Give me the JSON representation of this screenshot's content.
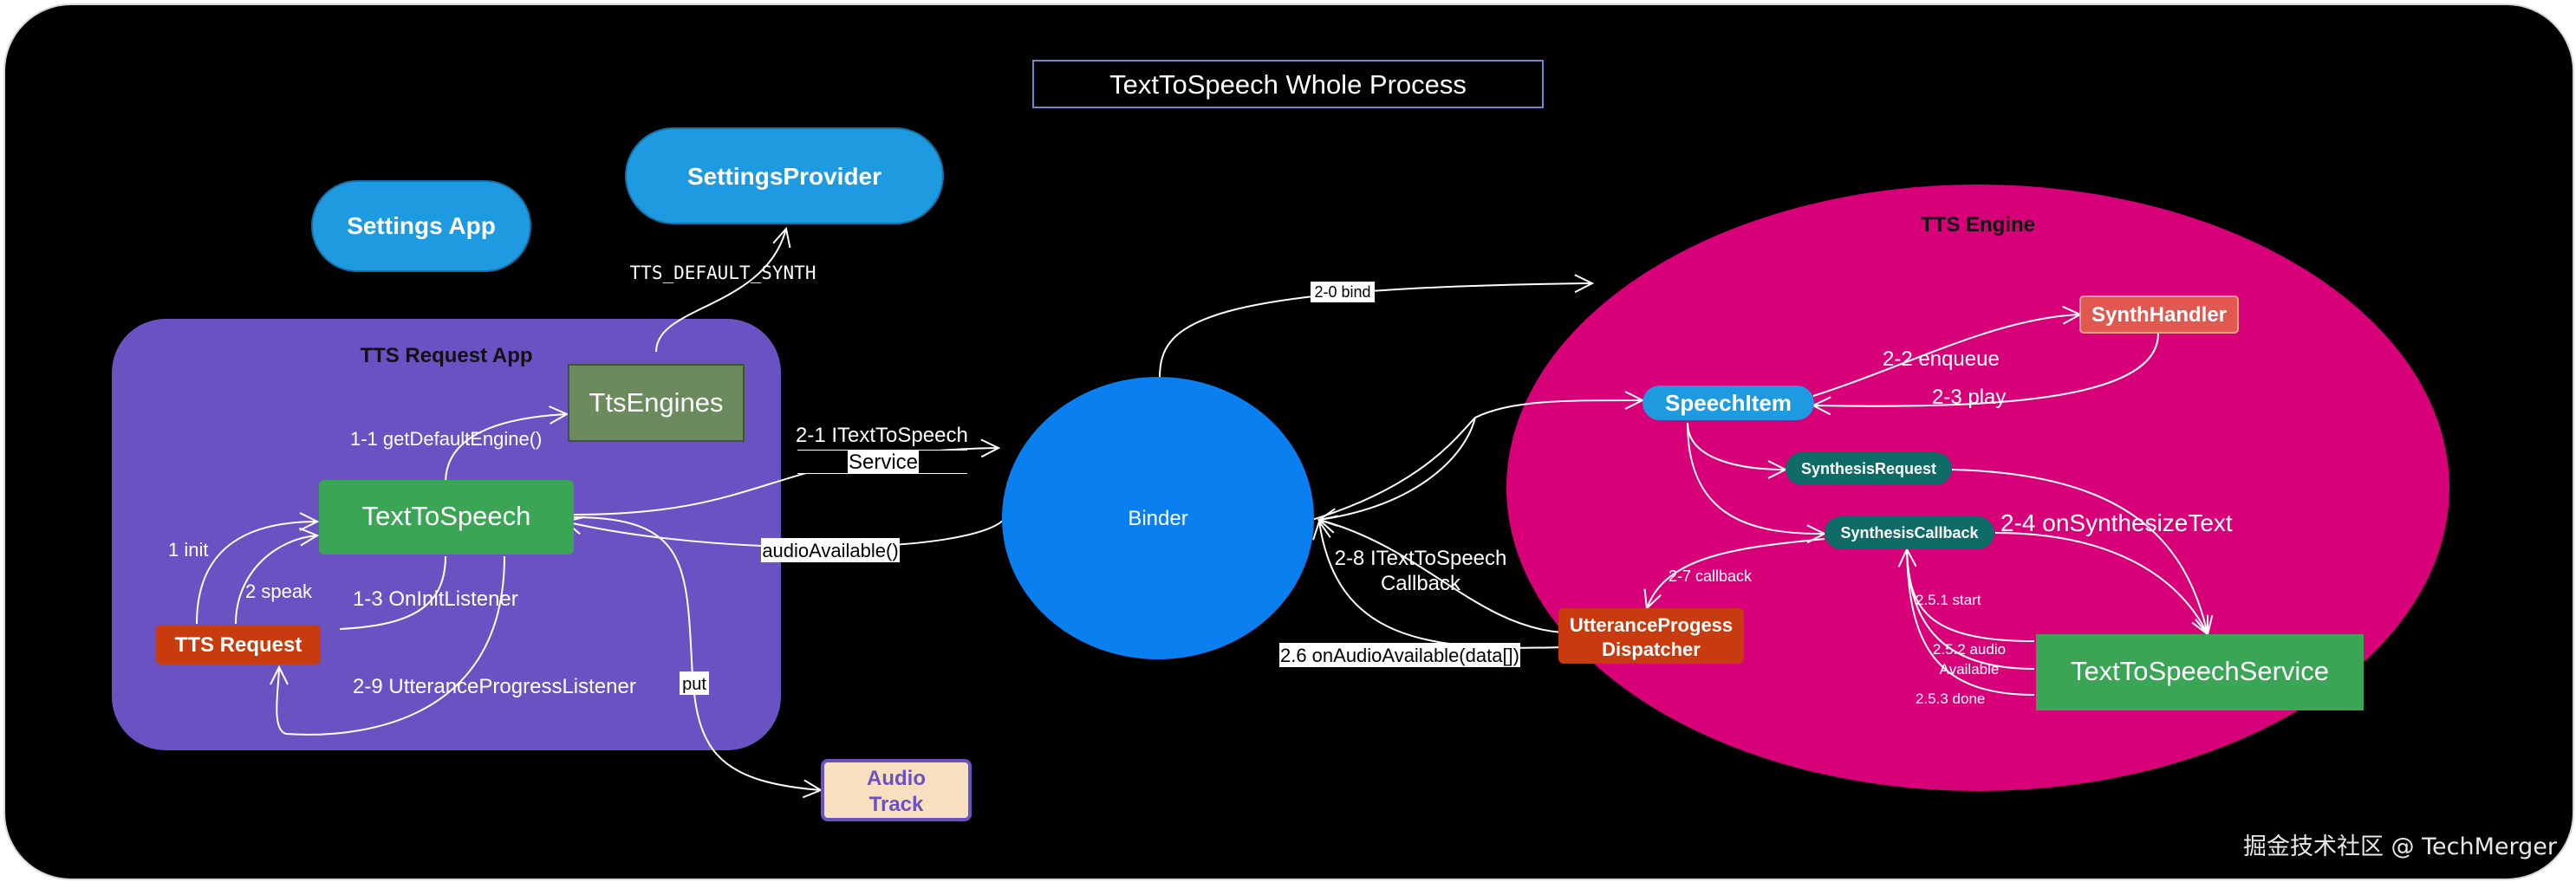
{
  "title": "TextToSpeech Whole Process",
  "nodes": {
    "settings_app": "Settings App",
    "settings_provider": "SettingsProvider",
    "tts_request_app": "TTS Request App",
    "tts_engines": "TtsEngines",
    "text_to_speech": "TextToSpeech",
    "tts_request": "TTS Request",
    "binder": "Binder",
    "audio_track_1": "Audio",
    "audio_track_2": "Track",
    "tts_engine": "TTS Engine",
    "synth_handler": "SynthHandler",
    "speech_item": "SpeechItem",
    "synthesis_request": "SynthesisRequest",
    "synthesis_callback": "SynthesisCallback",
    "utterance_dispatcher_1": "UtteranceProgess",
    "utterance_dispatcher_2": "Dispatcher",
    "tts_service": "TextToSpeechService"
  },
  "edges": {
    "tts_default_synth": "TTS_DEFAULT_SYNTH",
    "get_default_engine": "1-1 getDefaultEngine()",
    "init": "1  init",
    "speak": "2 speak",
    "on_init_listener": "1-3 OnInitListener",
    "utterance_listener": "2-9 UtteranceProgressListener",
    "put": "put",
    "itts_service_1": "2-1 ITextToSpeech",
    "itts_service_2": "Service",
    "audio_available": "audioAvailable()",
    "bind": "2-0 bind",
    "enqueue": "2-2 enqueue",
    "play": "2-3  play",
    "on_synthesize_text": "2-4 onSynthesizeText",
    "itts_callback_1": "2-8 ITextToSpeech",
    "itts_callback_2": "Callback",
    "callback_27": "2-7 callback",
    "start_251": "2.5.1 start",
    "audio_252_1": "2.5.2 audio",
    "audio_252_2": "Available",
    "done_253": "2.5.3 done",
    "on_audio_available": "2.6 onAudioAvailable(data[])"
  },
  "watermark": "掘金技术社区 @ TechMerger",
  "colors": {
    "background": "#000000",
    "light_blue": "#1e9be0",
    "purple": "#6a52c2",
    "green": "#3aa655",
    "olive": "#6b8a5e",
    "red_orange": "#c73b0f",
    "binder_blue": "#0a7ff0",
    "magenta": "#d80078",
    "salmon": "#e0584e",
    "teal": "#0f6b66",
    "audio_fill": "#f7dfc0"
  }
}
